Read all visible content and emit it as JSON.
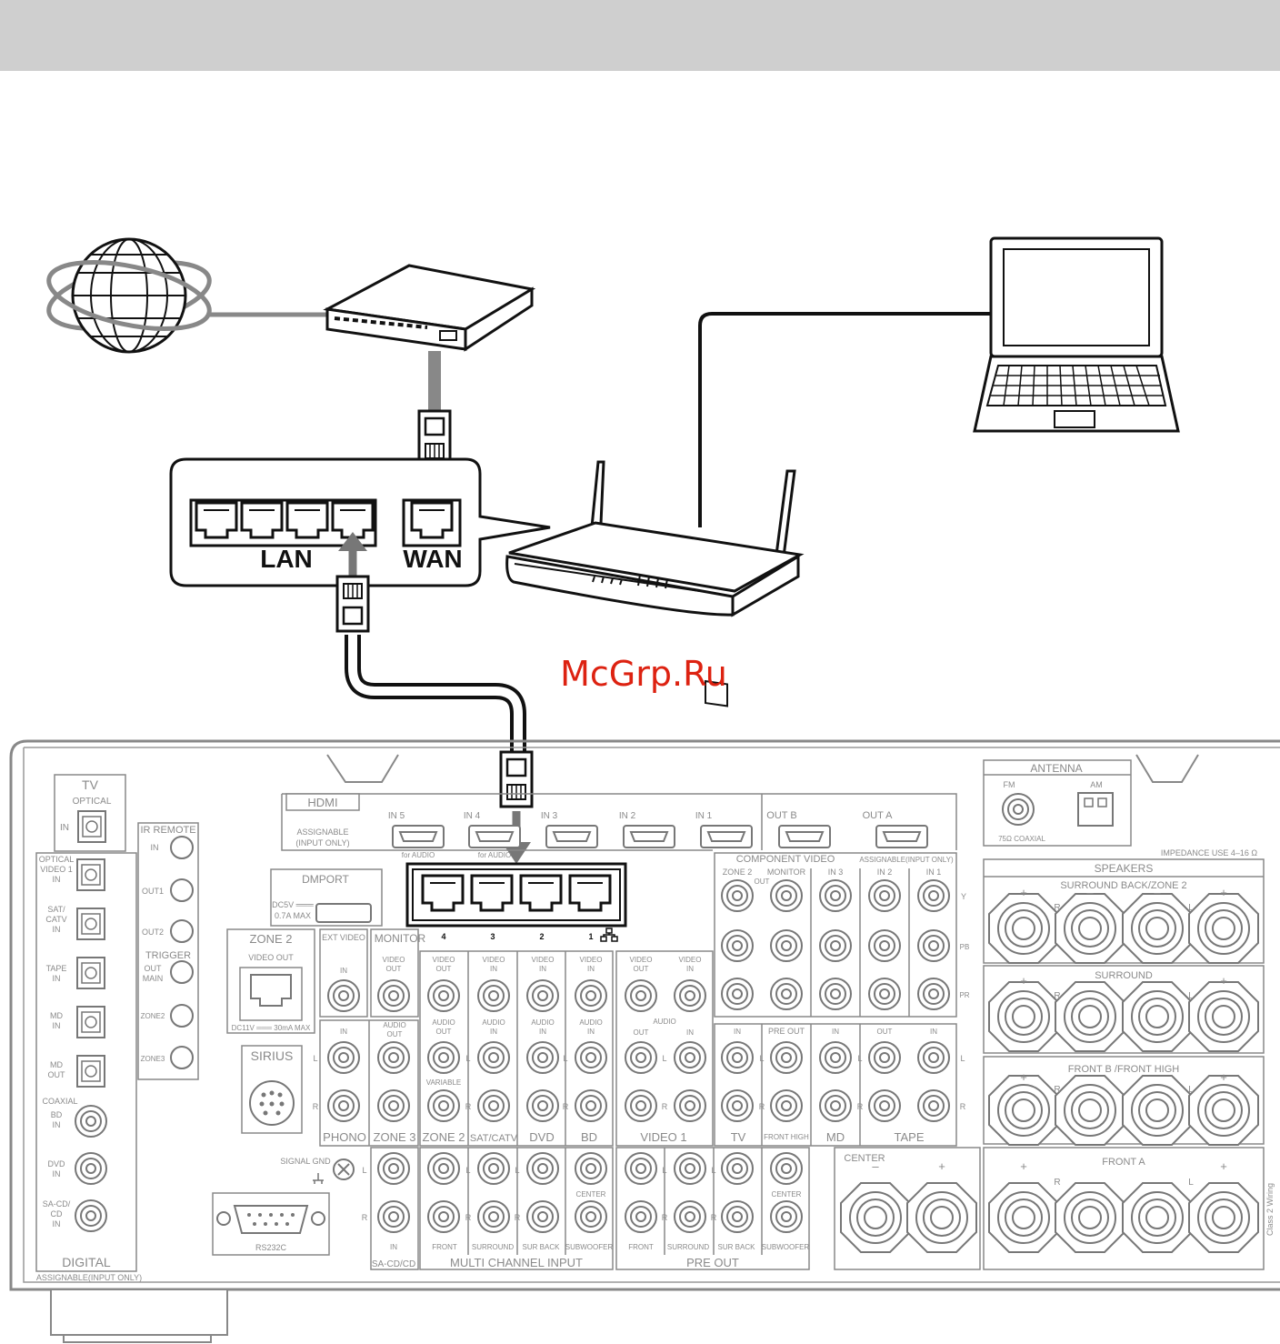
{
  "watermark": "McGrp.Ru",
  "router_box": {
    "lan_label": "LAN",
    "wan_label": "WAN"
  },
  "panel": {
    "hdmi": "HDMI",
    "assignable": "ASSIGNABLE",
    "input_only": "(INPUT ONLY)",
    "hdmi_in5": "IN 5",
    "hdmi_in4": "IN 4",
    "hdmi_in3": "IN 3",
    "hdmi_in2": "IN 2",
    "hdmi_in1": "IN 1",
    "hdmi_out_b": "OUT B",
    "hdmi_out_a": "OUT A",
    "for_audio": "for AUDIO",
    "dmport": "DMPORT",
    "dc5v": "DC5V ═══",
    "dc5v_a": "0.7A MAX",
    "zone2": "ZONE 2",
    "video_out": "VIDEO OUT",
    "dc11v": "DC11V ═══ 30mA MAX",
    "sirius": "SIRIUS",
    "rs232c": "RS232C",
    "signal_gnd": "SIGNAL GND",
    "tv": "TV",
    "optical": "OPTICAL",
    "in": "IN",
    "ir_remote": "IR REMOTE",
    "out1": "OUT1",
    "out2": "OUT2",
    "trigger": "TRIGGER",
    "out": "OUT",
    "main": "MAIN",
    "zone2_s": "ZONE2",
    "zone3_s": "ZONE3",
    "optical_video1": [
      "OPTICAL",
      "VIDEO 1",
      "IN"
    ],
    "sat_catv": [
      "SAT/",
      "CATV",
      "IN"
    ],
    "tape_in": [
      "TAPE",
      "IN"
    ],
    "md_in": [
      "MD",
      "IN"
    ],
    "md_out": [
      "MD",
      "OUT"
    ],
    "coaxial": "COAXIAL",
    "bd_in": [
      "BD",
      "IN"
    ],
    "dvd_in": [
      "DVD",
      "IN"
    ],
    "sacd_in": [
      "SA-CD/",
      "CD",
      "IN"
    ],
    "digital": "DIGITAL",
    "digital_sub": "ASSIGNABLE(INPUT ONLY)",
    "lan_ports": [
      "4",
      "3",
      "2",
      "1"
    ],
    "ext_video": "EXT VIDEO",
    "monitor": "MONITOR",
    "phono": "PHONO",
    "zone3": "ZONE 3",
    "zone2_b": "ZONE 2",
    "sat_catv_b": "SAT/CATV",
    "dvd": "DVD",
    "bd": "BD",
    "video1": "VIDEO 1",
    "tv_b": "TV",
    "md": "MD",
    "tape": "TAPE",
    "video_in": [
      "VIDEO",
      "IN"
    ],
    "video_out2": [
      "VIDEO",
      "OUT"
    ],
    "audio_out": [
      "AUDIO",
      "OUT"
    ],
    "audio_in": [
      "AUDIO",
      "IN"
    ],
    "audio": "AUDIO",
    "variable": "VARIABLE",
    "l": "L",
    "r": "R",
    "pre_out": "PRE OUT",
    "front_high": "FRONT HIGH",
    "sacd_cd": "SA-CD/CD",
    "multi_channel_input": "MULTI CHANNEL INPUT",
    "pre_out_b": "PRE OUT",
    "front": "FRONT",
    "surround": "SURROUND",
    "sur_back": "SUR BACK",
    "subwoofer": "SUBWOOFER",
    "center": "CENTER",
    "component_video": "COMPONENT VIDEO",
    "comp_assignable": "ASSIGNABLE(INPUT ONLY)",
    "zone2_out": "ZONE 2",
    "comp_out": "OUT",
    "comp_monitor": "MONITOR",
    "comp_in3": "IN 3",
    "comp_in2": "IN 2",
    "comp_in1": "IN 1",
    "y": "Y",
    "pb": "PB",
    "pr": "PR",
    "antenna": "ANTENNA",
    "fm": "FM",
    "am": "AM",
    "coax75": "75Ω COAXIAL",
    "impedance": "IMPEDANCE USE 4–16 Ω",
    "speakers": "SPEAKERS",
    "surround_back_zone2": "SURROUND BACK/ZONE 2",
    "surround_sp": "SURROUND",
    "front_b_high": "FRONT B /FRONT HIGH",
    "front_a": "FRONT A",
    "center_sp": "CENTER",
    "class2": "Class 2 Wiring",
    "plus": "+",
    "minus": "–"
  }
}
